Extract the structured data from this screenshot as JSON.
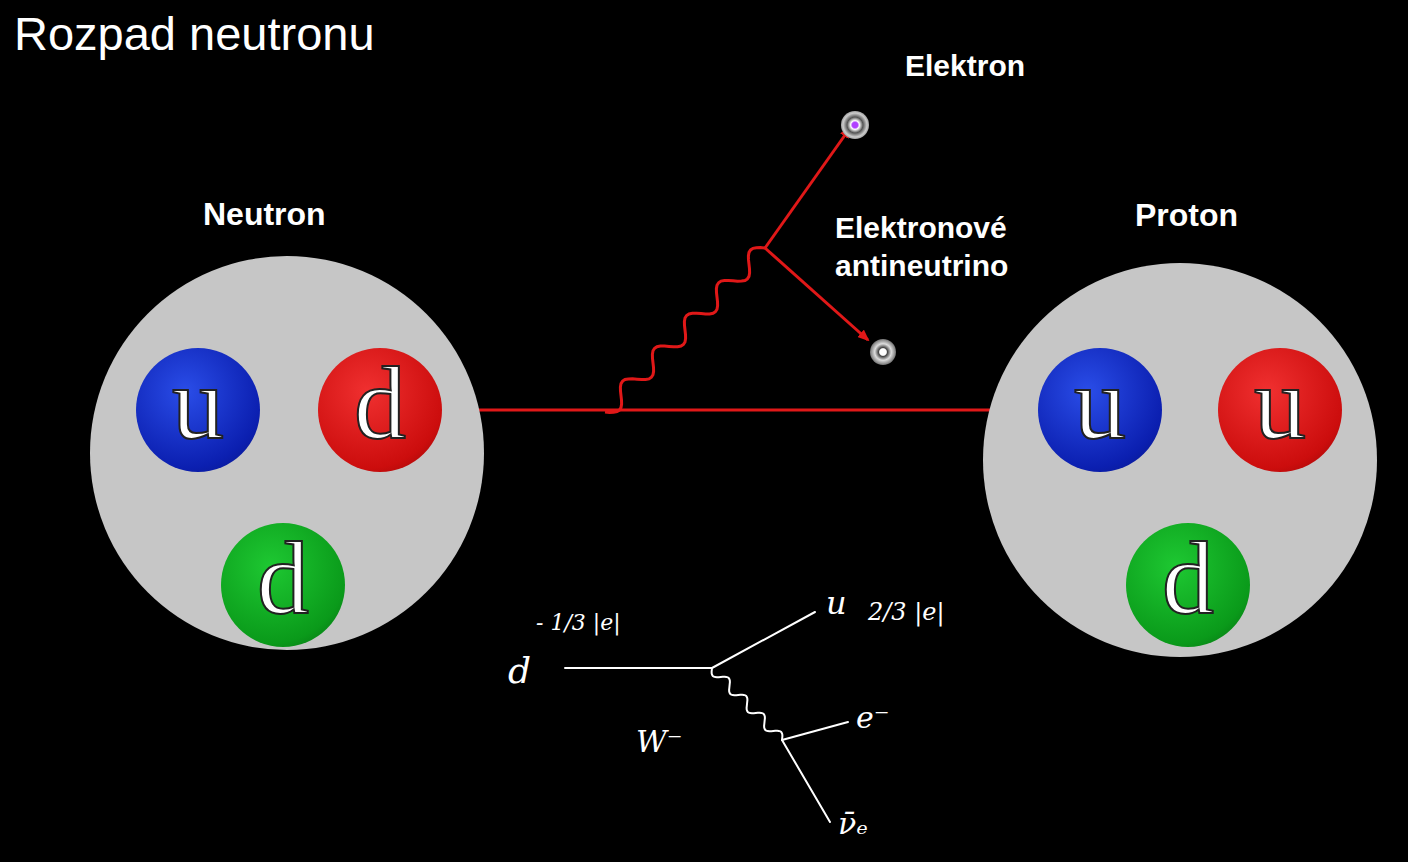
{
  "diagram": {
    "title": "Rozpad neutronu",
    "nodes": [
      {
        "text": [
          "Neutron"
        ]
      },
      {
        "text": [
          "u"
        ],
        "in": 0
      },
      {
        "text": [
          "d"
        ],
        "in": 0
      },
      {
        "text": [
          "d"
        ],
        "in": 0
      },
      {
        "text": [
          "Elektron"
        ]
      },
      {
        "text": [
          "Elektronové antineutrino"
        ]
      },
      {
        "text": [
          "Proton"
        ]
      },
      {
        "text": [
          "u"
        ],
        "in": 6
      },
      {
        "text": [
          "u"
        ],
        "in": 6
      },
      {
        "text": [
          "d"
        ],
        "in": 6
      }
    ],
    "edges": [
      {
        "from": 2,
        "to": 7,
        "arrow": "to"
      }
    ],
    "labels": [
      "d",
      "- 1/3 |e|",
      "u",
      "2/3 |e|",
      "W⁻",
      "e⁻",
      "ν̄ₑ"
    ]
  }
}
